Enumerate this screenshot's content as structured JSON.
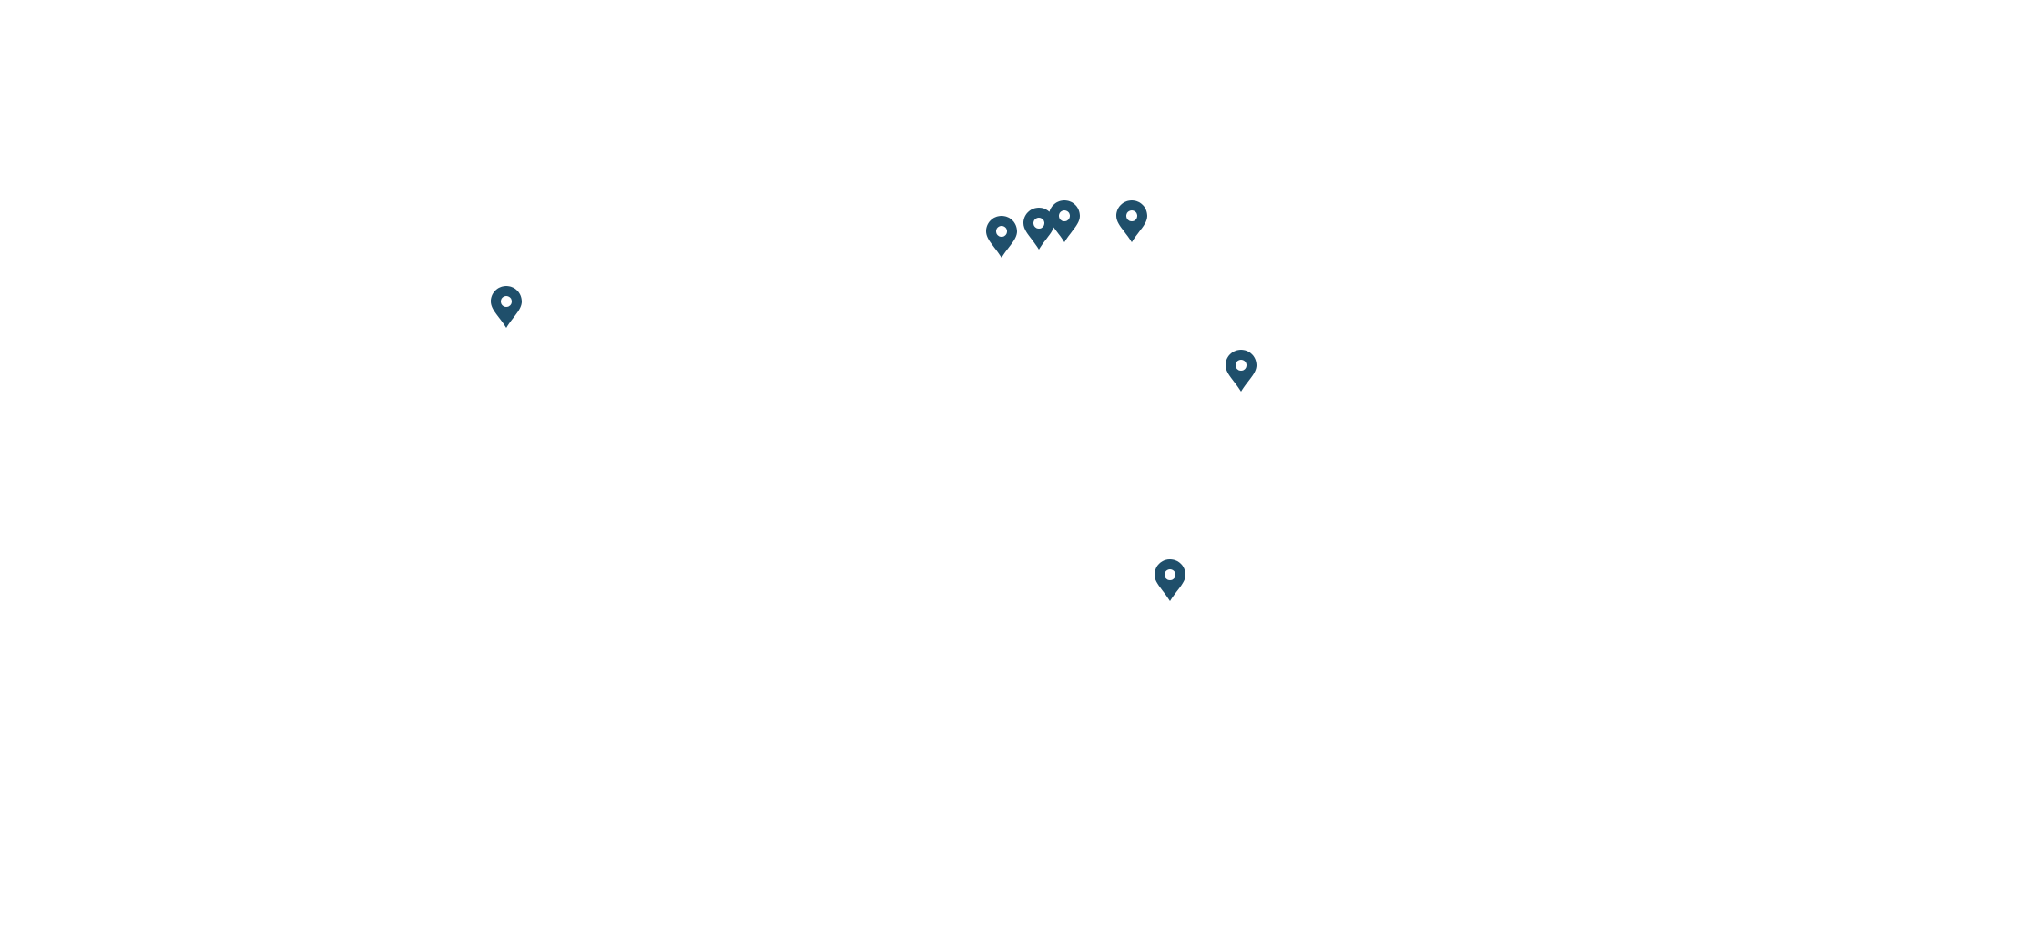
{
  "map": {
    "background_color": "#ffffff",
    "marker_color": "#1f4f6b",
    "marker_icon": "map-pin-icon",
    "markers": [
      {
        "id": "marker-1"
      },
      {
        "id": "marker-2"
      },
      {
        "id": "marker-3"
      },
      {
        "id": "marker-4"
      },
      {
        "id": "marker-5"
      },
      {
        "id": "marker-6"
      },
      {
        "id": "marker-7"
      }
    ]
  }
}
